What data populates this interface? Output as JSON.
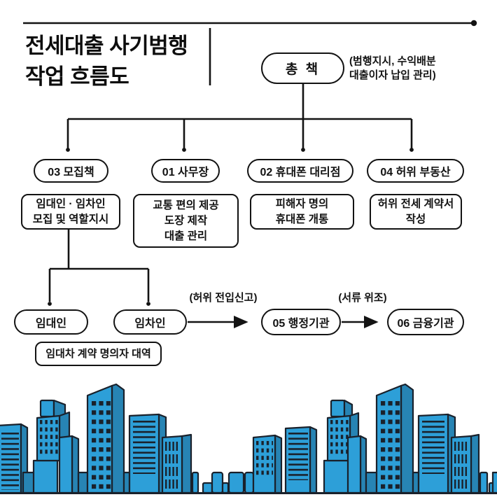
{
  "header": {
    "title_line1": "전세대출 사기범행",
    "title_line2": "작업 흐름도"
  },
  "flowchart": {
    "root": {
      "label": "총 책",
      "note": "(범행지시, 수익배분\n대출이자 납입 관리)"
    },
    "branches": [
      {
        "node": "03 모집책",
        "box": "임대인 · 임차인\n모집 및 역할지시"
      },
      {
        "node": "01 사무장",
        "box": "교통 편의 제공\n도장 제작\n대출 관리"
      },
      {
        "node": "02 휴대폰 대리점",
        "box": "피해자 명의\n휴대폰 개통"
      },
      {
        "node": "04 허위 부동산",
        "box": "허위 전세 계약서\n작성"
      }
    ],
    "sub": {
      "landlord": "임대인",
      "tenant": "임차인",
      "proxy_box": "임대차 계약 명의자 대역",
      "arrow1_label": "(허위 전입신고)",
      "agency": "05 행정기관",
      "arrow2_label": "(서류 위조)",
      "finance": "06 금융기관"
    }
  },
  "colors": {
    "building_face": "#2D9FD8",
    "building_side": "#2784B4",
    "outline": "#1A212B",
    "line": "#131313"
  }
}
